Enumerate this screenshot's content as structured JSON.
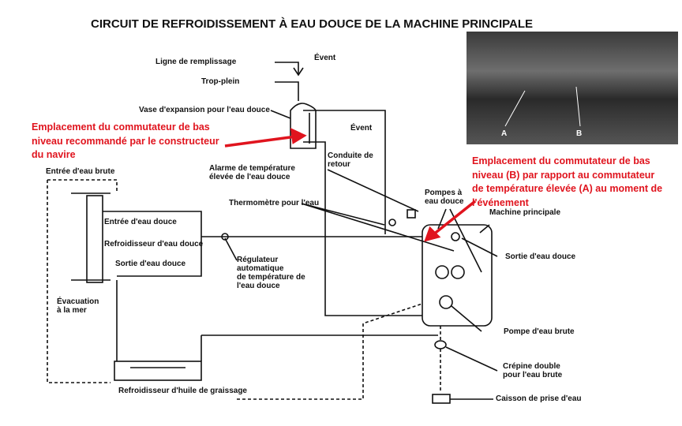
{
  "title": "CIRCUIT DE REFROIDISSEMENT À EAU DOUCE DE LA MACHINE PRINCIPALE",
  "labels": {
    "fill_line": "Ligne de remplissage",
    "vent_top": "Évent",
    "overflow": "Trop-plein",
    "expansion_tank": "Vase d'expansion pour l'eau douce",
    "vent_mid": "Évent",
    "return_pipe_1": "Conduite de",
    "return_pipe_2": "retour",
    "raw_water_inlet": "Entrée d'eau brute",
    "alarm_1": "Alarme de température",
    "alarm_2": "élevée de l'eau douce",
    "thermometer": "Thermomètre pour l'eau",
    "fw_pumps_1": "Pompes à",
    "fw_pumps_2": "eau douce",
    "main_engine": "Machine principale",
    "fw_inlet": "Entrée d'eau douce",
    "fw_cooler": "Refroidisseur d'eau douce",
    "fw_outlet_left": "Sortie d'eau douce",
    "regulator_1": "Régulateur",
    "regulator_2": "automatique",
    "regulator_3": "de température de",
    "regulator_4": "l'eau douce",
    "fw_outlet_right": "Sortie d'eau douce",
    "overboard_1": "Évacuation",
    "overboard_2": "à la mer",
    "raw_pump": "Pompe d'eau brute",
    "strainer_1": "Crépine double",
    "strainer_2": "pour l'eau brute",
    "oil_cooler": "Refroidisseur d'huile de graissage",
    "sea_chest": "Caisson de prise d'eau"
  },
  "annotations": {
    "left": [
      "Emplacement du commutateur de bas",
      "niveau recommandé par le constructeur",
      "du navire"
    ],
    "right": [
      "Emplacement du commutateur de bas",
      "niveau (B) par rapport au commutateur",
      "de température élevée (A) au moment de",
      "l'événement"
    ]
  },
  "photo": {
    "label_a": "A",
    "label_b": "B"
  },
  "colors": {
    "annotation": "#e0141e",
    "line": "#111111"
  }
}
